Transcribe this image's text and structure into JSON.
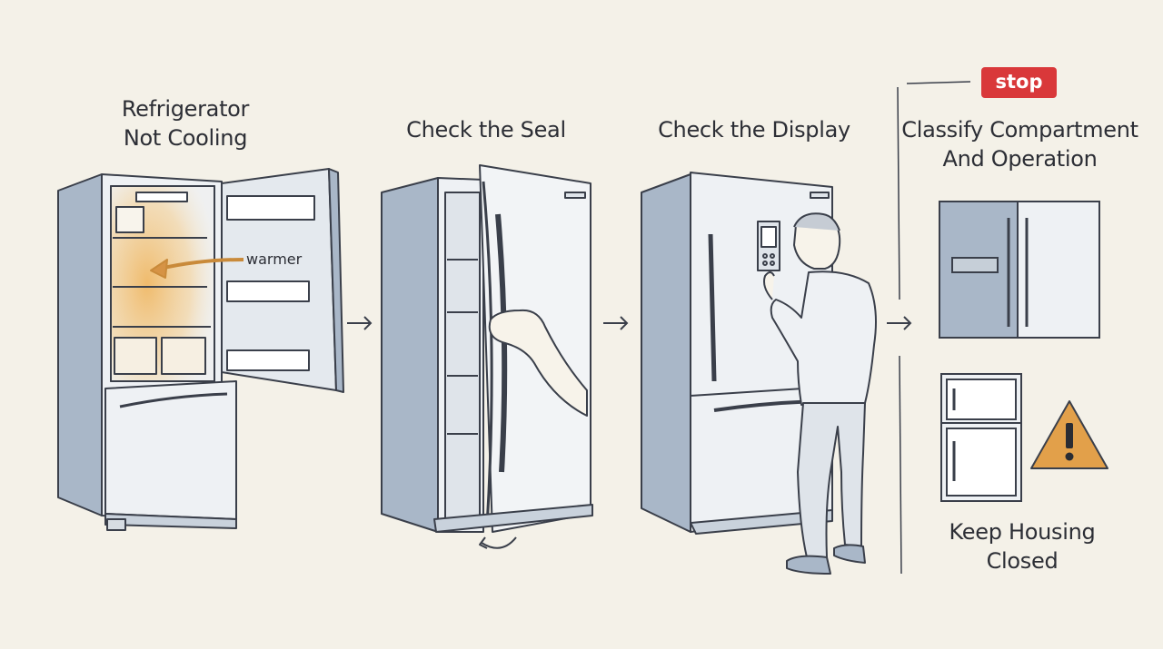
{
  "steps": [
    {
      "title_line1": "Refrigerator",
      "title_line2": "Not Cooling"
    },
    {
      "title": "Check the Seal"
    },
    {
      "title": "Check the Display"
    },
    {
      "title_line1": "Classify Compartment",
      "title_line2": "And Operation"
    }
  ],
  "stop_badge": "stop",
  "warm_label": "warmer",
  "warning_caption_line1": "Keep Housing",
  "warning_caption_line2": "Closed",
  "icons": [
    "arrow-right-icon",
    "warning-icon",
    "rotate-arrow-icon"
  ],
  "colors": {
    "background": "#f4f1e8",
    "stop_badge": "#d9383a",
    "warm_glow": "#f0b865",
    "warning": "#e2a04a",
    "appliance_side": "#a9b7c8"
  }
}
